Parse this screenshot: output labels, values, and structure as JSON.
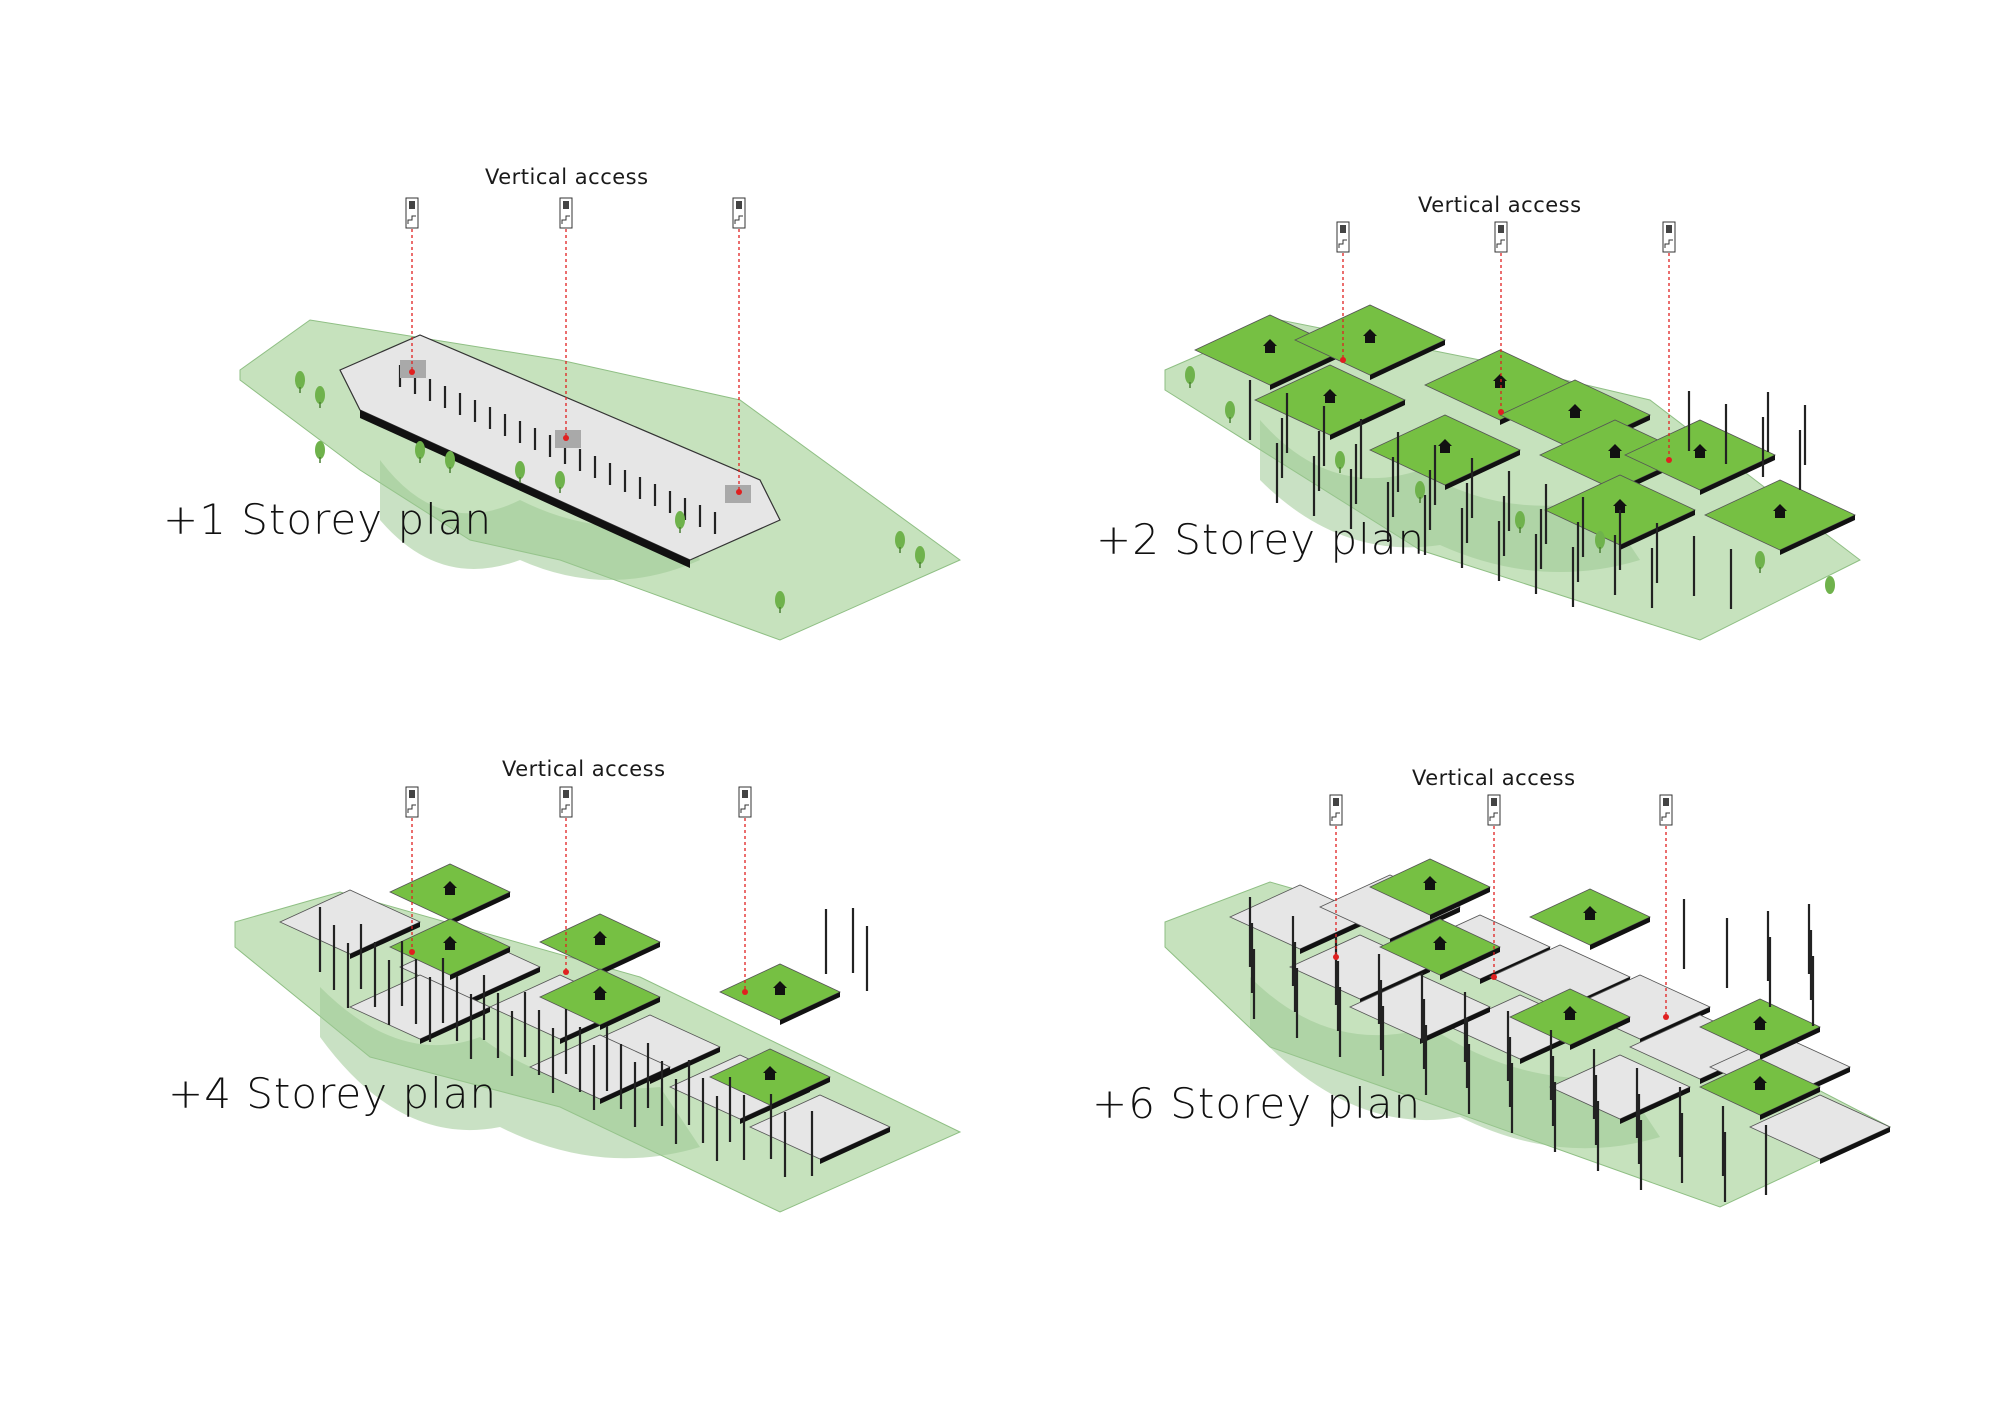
{
  "panels": [
    {
      "id": "p1",
      "access_title": "Vertical access",
      "plan_label": "+1 Storey plan",
      "homes": 0
    },
    {
      "id": "p2",
      "access_title": "Vertical access",
      "plan_label": "+2 Storey plan",
      "homes": 10
    },
    {
      "id": "p3",
      "access_title": "Vertical access",
      "plan_label": "+4 Storey plan",
      "homes": 6
    },
    {
      "id": "p4",
      "access_title": "Vertical access",
      "plan_label": "+6 Storey plan",
      "homes": 6
    }
  ],
  "colors": {
    "site_green": "#c6e2bd",
    "site_green_dark": "#9cc893",
    "module_green": "#76c043",
    "slab_grey": "#e6e6e6",
    "core_grey": "#a9a9a9",
    "access_line": "#e02020",
    "ink": "#111111"
  },
  "icons": [
    "lift-icon",
    "stair-icon",
    "home-icon",
    "tree-icon"
  ]
}
